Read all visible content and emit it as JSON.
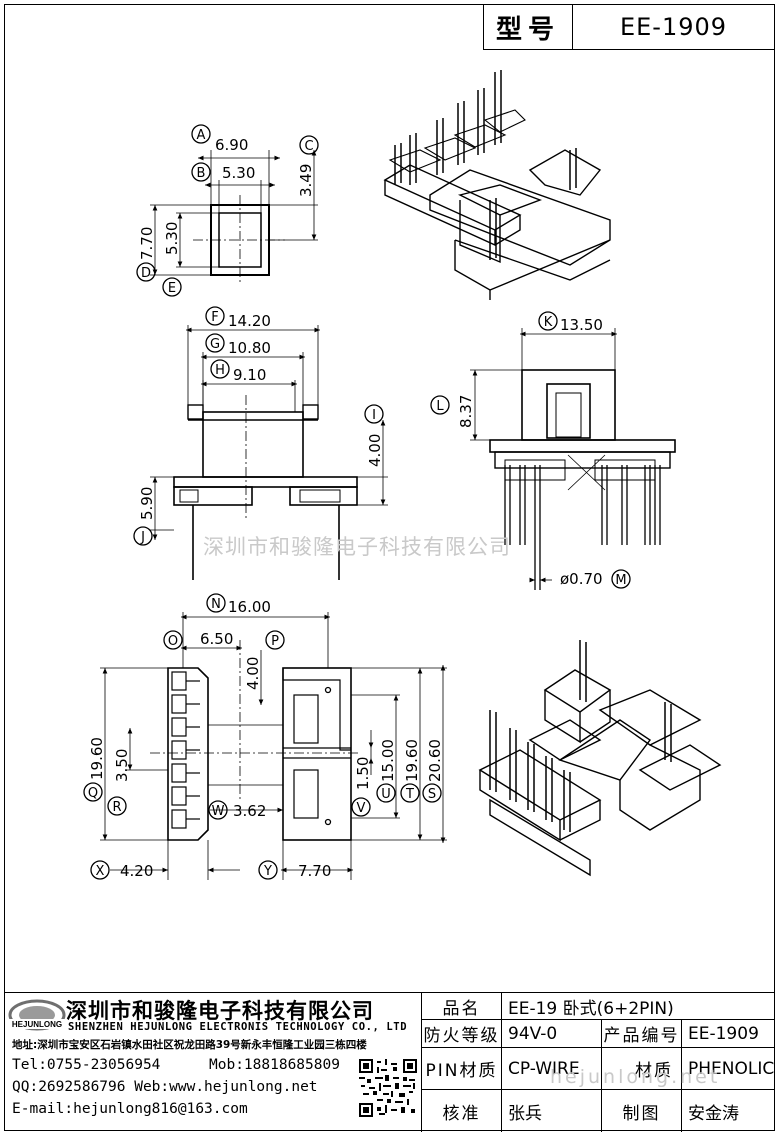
{
  "header": {
    "model_label": "型号",
    "model_value": "EE-1909"
  },
  "top_view": {
    "labels": [
      "A",
      "B",
      "C",
      "D",
      "E"
    ],
    "dims": {
      "a": "6.90",
      "b": "5.30",
      "c": "3.49",
      "d": "7.70",
      "e": "5.30"
    }
  },
  "front_view": {
    "labels": [
      "F",
      "G",
      "H",
      "I",
      "J"
    ],
    "dims": {
      "f": "14.20",
      "g": "10.80",
      "h": "9.10",
      "i": "4.00",
      "j": "5.90"
    }
  },
  "side_view": {
    "labels": [
      "K",
      "L",
      "M"
    ],
    "dims": {
      "k": "13.50",
      "l": "8.37",
      "m": "ø0.70"
    }
  },
  "bottom_view": {
    "labels": [
      "N",
      "O",
      "P",
      "Q",
      "R",
      "S",
      "T",
      "U",
      "V",
      "W",
      "X",
      "Y"
    ],
    "dims": {
      "n": "16.00",
      "o": "6.50",
      "p": "4.00",
      "q": "19.60",
      "r": "3.50",
      "s": "20.60",
      "t": "19.60",
      "u": "15.00",
      "v": "1.50",
      "w": "3.62",
      "x": "4.20",
      "y": "7.70"
    }
  },
  "watermarks": {
    "center": "深圳市和骏隆电子科技有限公司",
    "footer": "hejunlong.net"
  },
  "company": {
    "logo_text": "HEJUNLONG",
    "name_cn": "深圳市和骏隆电子科技有限公司",
    "name_en": "SHENZHEN HEJUNLONG ELECTRONIS TECHNOLOGY CO., LTD",
    "address": "地址:深圳市宝安区石岩镇水田社区祝龙田路39号新永丰恒隆工业园三栋四楼",
    "tel": "Tel:0755-23056954",
    "mob": "Mob:18818685809",
    "qq_web": "QQ:2692586796 Web:www.hejunlong.net",
    "email": "E-mail:hejunlong816@163.com"
  },
  "spec_table": {
    "name_label": "品名",
    "name_value": "EE-19 卧式(6+2PIN)",
    "fire_label": "防火等级",
    "fire_value": "94V-0",
    "code_label": "产品编号",
    "code_value": "EE-1909",
    "pin_label": "PIN材质",
    "pin_value": "CP-WIRE",
    "material_label": "材质",
    "material_value": "PHENOLIC",
    "check_label": "核准",
    "check_value": "张兵",
    "draw_label": "制图",
    "draw_value": "安金涛"
  }
}
